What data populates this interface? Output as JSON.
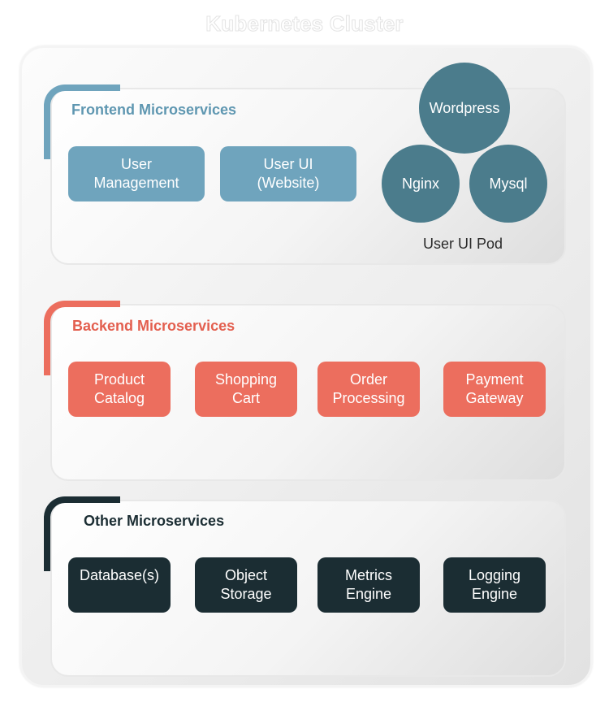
{
  "title": "Kubernetes Cluster",
  "frontend": {
    "title": "Frontend Microservices",
    "accent": "#6fa4bd",
    "services": [
      {
        "line1": "User",
        "line2": "Management"
      },
      {
        "line1": "User UI",
        "line2": "(Website)"
      }
    ],
    "pod": {
      "label": "User UI Pod",
      "containers": [
        "Wordpress",
        "Nginx",
        "Mysql"
      ],
      "color": "#4b7c8c"
    }
  },
  "backend": {
    "title": "Backend Microservices",
    "accent": "#ec6e5e",
    "services": [
      {
        "line1": "Product",
        "line2": "Catalog"
      },
      {
        "line1": "Shopping",
        "line2": "Cart"
      },
      {
        "line1": "Order",
        "line2": "Processing"
      },
      {
        "line1": "Payment",
        "line2": "Gateway"
      }
    ]
  },
  "other": {
    "title": "Other Microservices",
    "accent": "#1b2d33",
    "services": [
      {
        "line1": "Database(s)",
        "line2": ""
      },
      {
        "line1": "Object",
        "line2": "Storage"
      },
      {
        "line1": "Metrics",
        "line2": "Engine"
      },
      {
        "line1": "Logging",
        "line2": "Engine"
      }
    ]
  }
}
